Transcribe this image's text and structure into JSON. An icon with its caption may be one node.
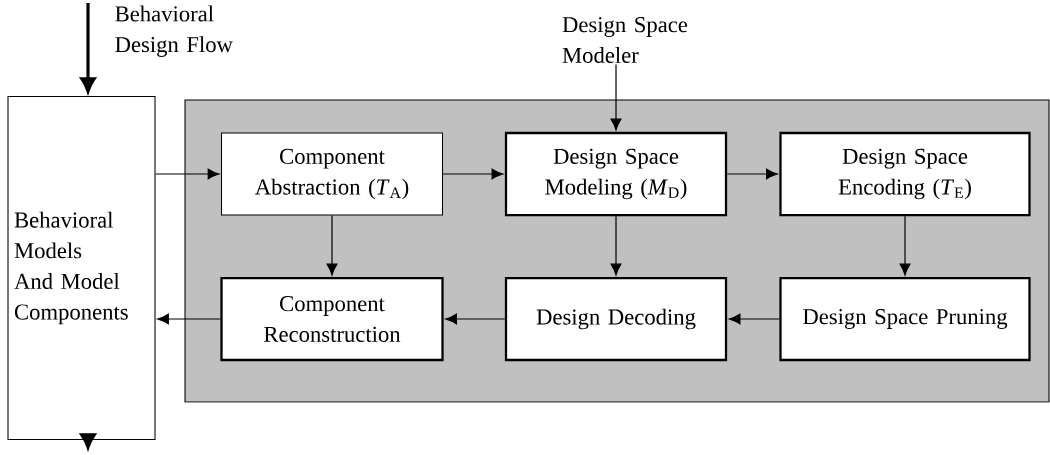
{
  "diagram": {
    "nodes": [
      {
        "text": [
          "Behavioral Models And Model Components"
        ]
      },
      {
        "text": [],
        "shape": "box"
      },
      {
        "text": [
          "Component Abstraction (*T*$_{A}$)"
        ],
        "in": 1
      },
      {
        "text": [
          "Design Space Modeling (*M*$_{D}$)"
        ],
        "in": 1
      },
      {
        "text": [
          "Design Space Encoding (*T*$_{E}$)"
        ],
        "in": 1
      },
      {
        "text": [
          "Component Reconstruction"
        ],
        "in": 1
      },
      {
        "text": [
          "Design Decoding"
        ],
        "in": 1
      },
      {
        "text": [
          "Design Space Pruning"
        ],
        "in": 1
      },
      {
        "text": [
          "Design Space Modeler"
        ]
      }
    ],
    "edges": [
      {
        "from": null,
        "to": 0,
        "arrow": "to",
        "style": "thick"
      },
      {
        "from": 0,
        "to": null,
        "arrow": "to",
        "style": "thick"
      },
      {
        "from": 8,
        "to": 3,
        "arrow": "to"
      },
      {
        "from": 0,
        "to": 2,
        "arrow": "to"
      },
      {
        "from": 2,
        "to": 3,
        "arrow": "to"
      },
      {
        "from": 3,
        "to": 4,
        "arrow": "to"
      },
      {
        "from": 2,
        "to": 5,
        "arrow": "to"
      },
      {
        "from": 3,
        "to": 6,
        "arrow": "to"
      },
      {
        "from": 4,
        "to": 7,
        "arrow": "to"
      },
      {
        "from": 7,
        "to": 6,
        "arrow": "to"
      },
      {
        "from": 6,
        "to": 5,
        "arrow": "to"
      },
      {
        "from": 5,
        "to": 0,
        "arrow": "to"
      }
    ],
    "labels": [
      "Behavioral Design Flow"
    ]
  }
}
